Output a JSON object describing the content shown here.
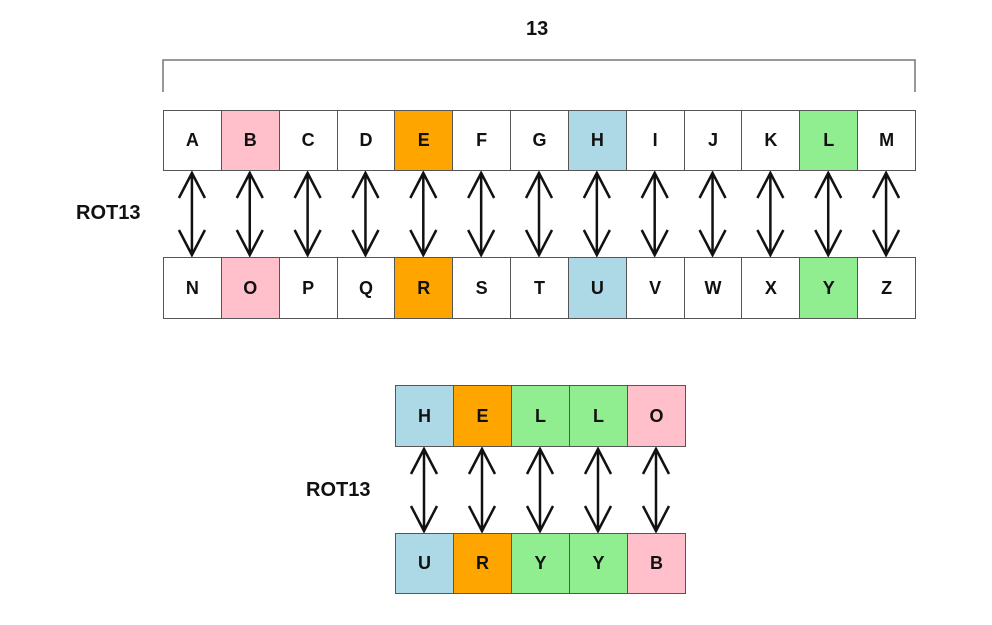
{
  "diagram": {
    "shift_label": "13",
    "alphabet": {
      "label": "ROT13",
      "top": [
        "A",
        "B",
        "C",
        "D",
        "E",
        "F",
        "G",
        "H",
        "I",
        "J",
        "K",
        "L",
        "M"
      ],
      "bottom": [
        "N",
        "O",
        "P",
        "Q",
        "R",
        "S",
        "T",
        "U",
        "V",
        "W",
        "X",
        "Y",
        "Z"
      ],
      "highlights": {
        "1": "#ffc0cb",
        "4": "#ffa500",
        "7": "#add8e6",
        "11": "#90ee90"
      }
    },
    "example": {
      "label": "ROT13",
      "top": [
        "H",
        "E",
        "L",
        "L",
        "O"
      ],
      "bottom": [
        "U",
        "R",
        "Y",
        "Y",
        "B"
      ],
      "colors": [
        "#add8e6",
        "#ffa500",
        "#90ee90",
        "#90ee90",
        "#ffc0cb"
      ]
    }
  }
}
